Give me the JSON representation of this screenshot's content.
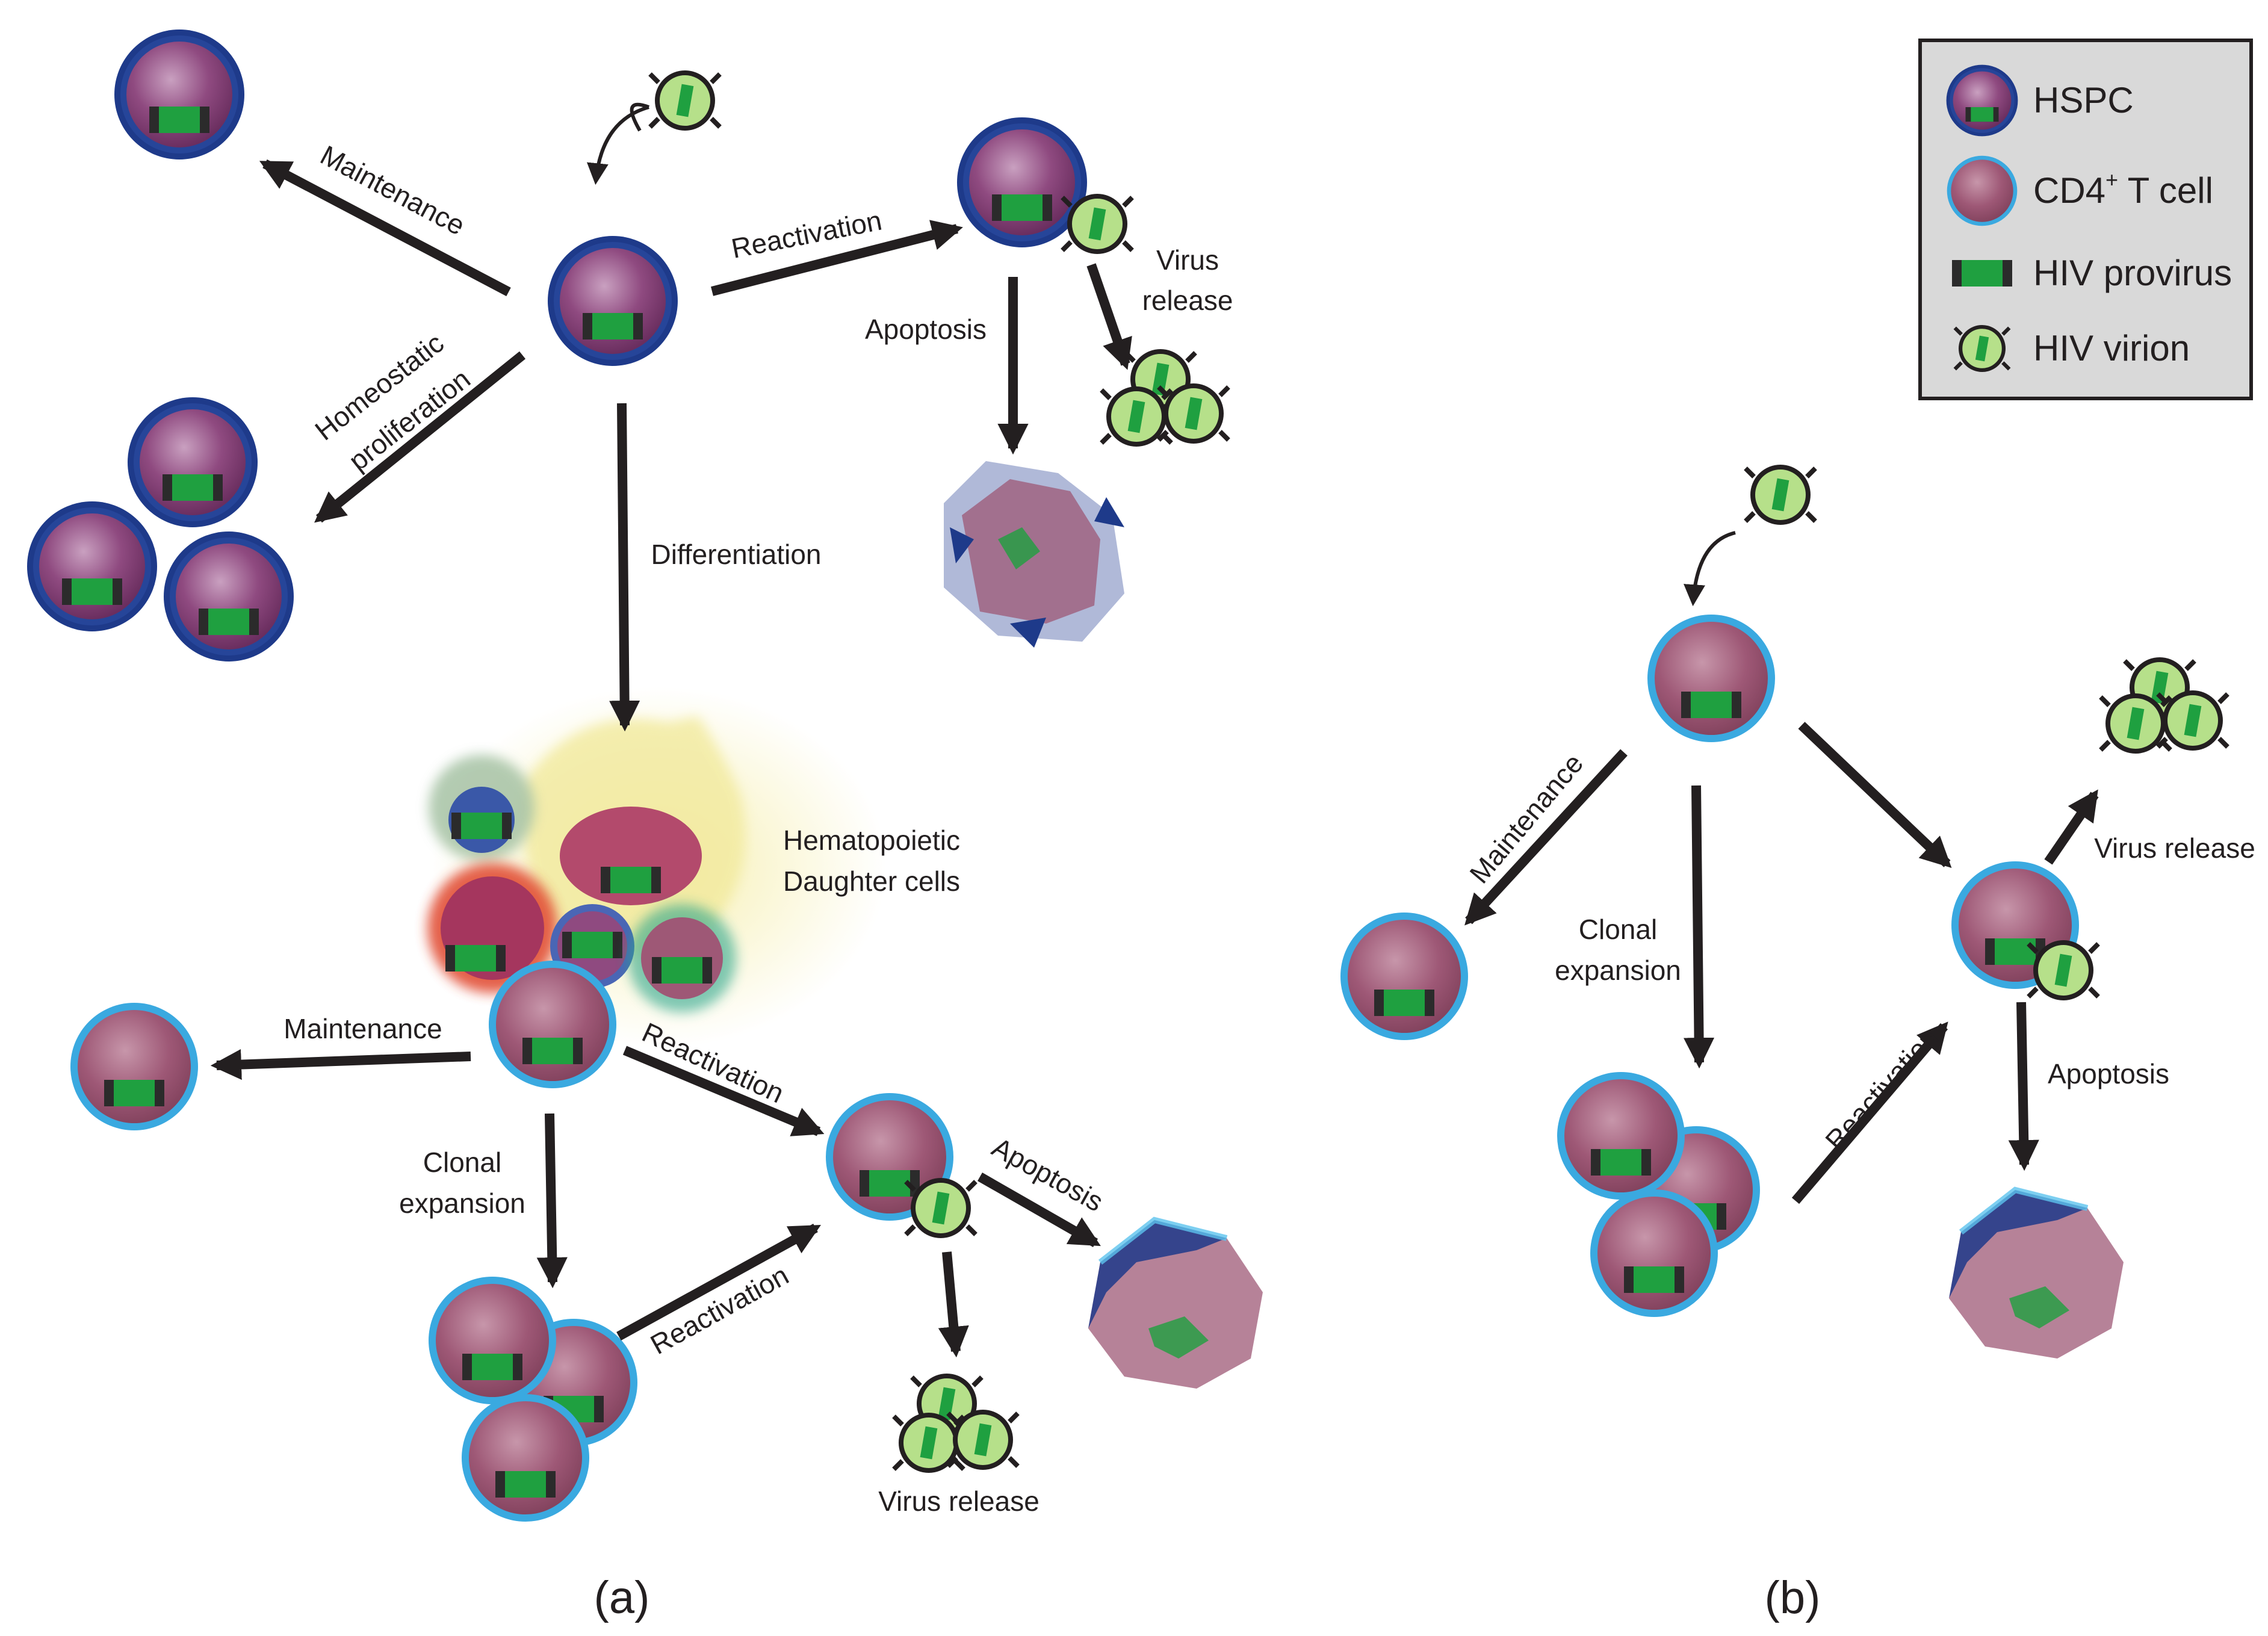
{
  "legend": {
    "hspc": "HSPC",
    "cd4_prefix": "CD4",
    "cd4_sup": "+",
    "cd4_suffix": " T cell",
    "provirus": "HIV provirus",
    "virion": "HIV virion"
  },
  "panel_a": {
    "caption": "(a)",
    "maintenance_top": "Maintenance",
    "homeostatic_1": "Homeostatic",
    "homeostatic_2": "proliferation",
    "reactivation_top": "Reactivation",
    "apoptosis_top": "Apoptosis",
    "virus_release_top_1": "Virus",
    "virus_release_top_2": "release",
    "differentiation": "Differentiation",
    "daughter_1": "Hematopoietic",
    "daughter_2": "Daughter cells",
    "maintenance_t": "Maintenance",
    "reactivation_t": "Reactivation",
    "clonal_1": "Clonal",
    "clonal_2": "expansion",
    "reactivation_t2": "Reactivation",
    "apoptosis_t": "Apoptosis",
    "virus_release_t": "Virus release"
  },
  "panel_b": {
    "caption": "(b)",
    "maintenance": "Maintenance",
    "clonal_1": "Clonal",
    "clonal_2": "expansion",
    "reactivation": "Reactivation",
    "virus_release": "Virus release",
    "apoptosis": "Apoptosis"
  },
  "colors": {
    "hspc_fill": "#8a3f78",
    "hspc_border": "#1e3a8a",
    "tcell_fill": "#9e5876",
    "tcell_border": "#3aa9e0",
    "provirus": "#1fa040",
    "virion": "#b6e08a",
    "arrow": "#231f20"
  }
}
